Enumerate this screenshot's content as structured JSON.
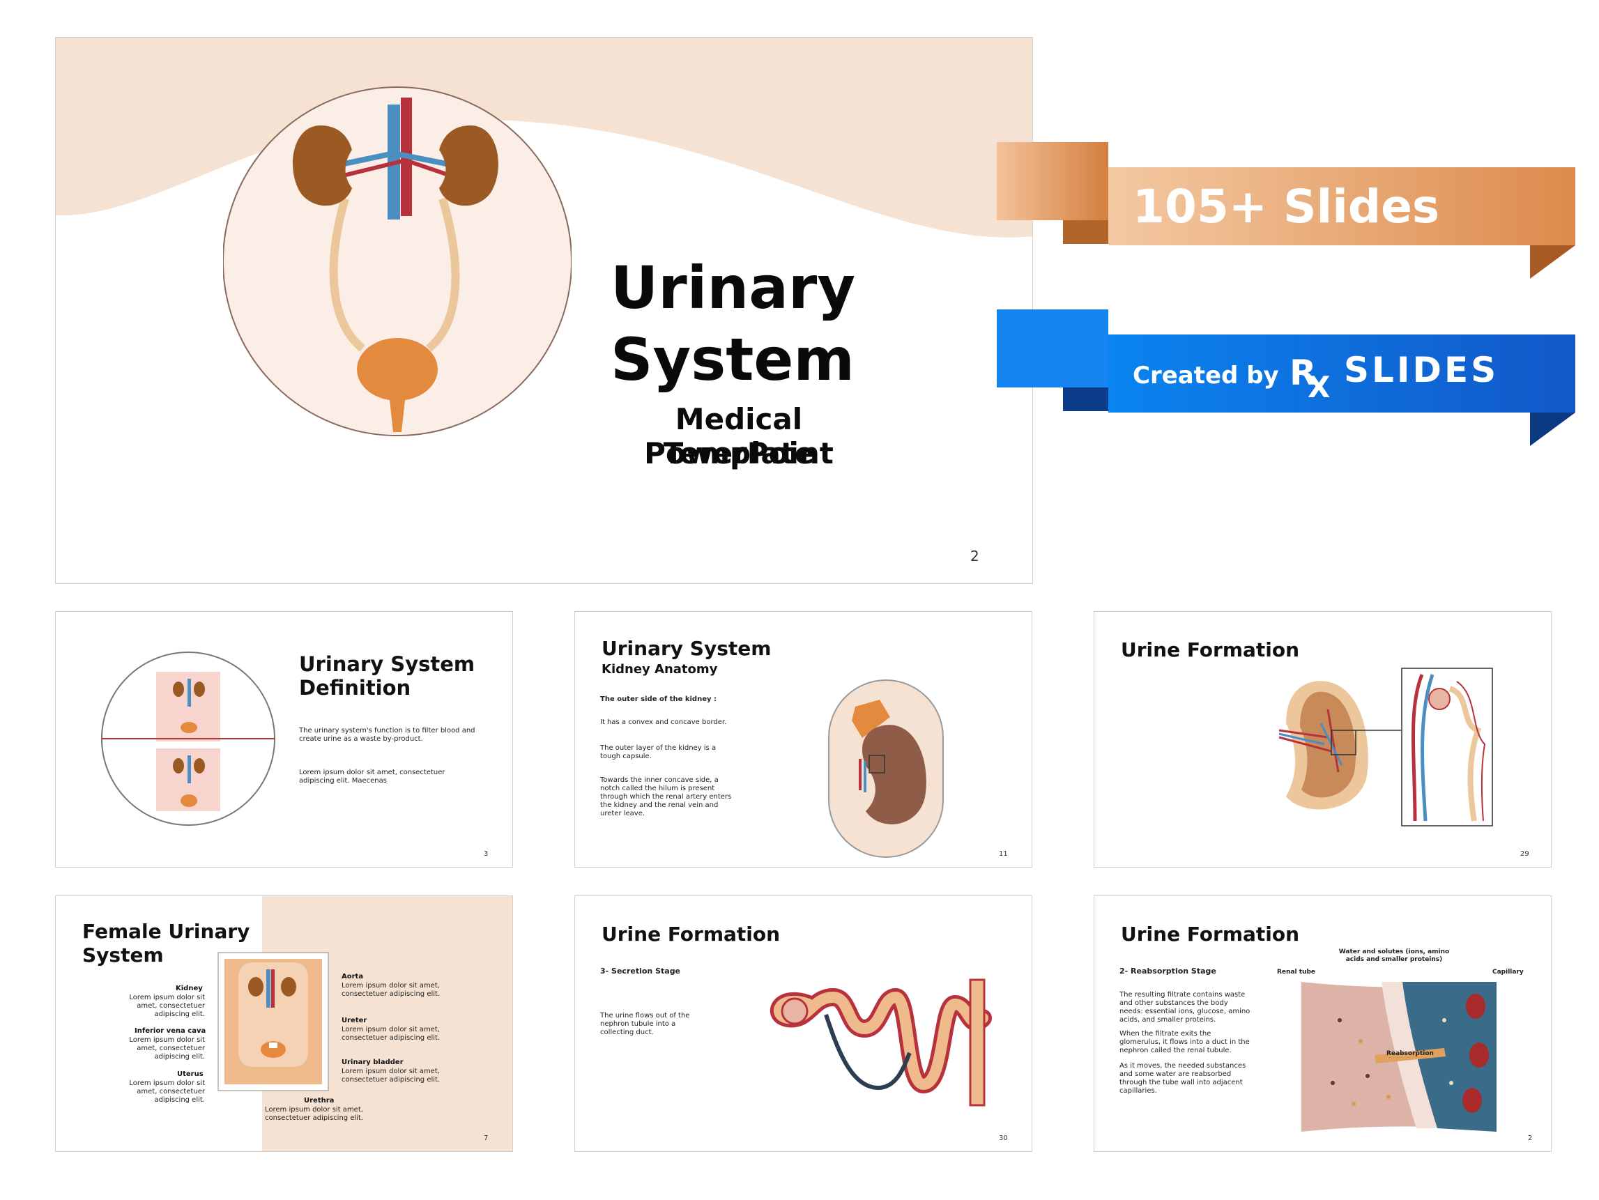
{
  "hero": {
    "title_line1": "Urinary",
    "title_line2": "System",
    "subtitle_line1": "Medical PowerPoint",
    "subtitle_line2": "Template",
    "slide_number": "2"
  },
  "promo": {
    "slides_badge": "105+ Slides",
    "created_by": "Created by",
    "brand_rx": "RX",
    "brand_slides": "SLIDES",
    "orange_color": "#e09356",
    "blue_color": "#1474e0"
  },
  "thumbnails": {
    "definition": {
      "title_line1": "Urinary System",
      "title_line2": "Definition",
      "body1": "The urinary system's function is to filter blood and create urine as a waste by-product.",
      "body2": "Lorem ipsum dolor sit amet, consectetuer adipiscing elit. Maecenas",
      "slide_number": "3"
    },
    "kidney_anatomy": {
      "title": "Urinary System",
      "subtitle": "Kidney Anatomy",
      "heading": "The outer side of the kidney :",
      "p1": "It has a convex and concave border.",
      "p2": "The outer layer of the kidney is a tough capsule.",
      "p3": "Towards the inner concave side, a notch called the hilum is present through which the renal artery enters the kidney and the renal vein and ureter leave.",
      "slide_number": "11"
    },
    "urine_formation_1": {
      "title": "Urine Formation",
      "slide_number": "29"
    },
    "female": {
      "title_line1": "Female Urinary",
      "title_line2": "System",
      "kidney_label": "Kidney",
      "ivc_label": "Inferior vena cava",
      "uterus_label": "Uterus",
      "aorta_label": "Aorta",
      "ureter_label": "Ureter",
      "bladder_label": "Urinary bladder",
      "urethra_label": "Urethra",
      "lorem": "Lorem ipsum dolor sit amet, consectetuer adipiscing elit.",
      "slide_number": "7"
    },
    "urine_formation_2": {
      "title": "Urine Formation",
      "stage": "3- Secretion Stage",
      "body": "The urine flows out of the nephron tubule into a collecting duct.",
      "slide_number": "30"
    },
    "urine_formation_3": {
      "title": "Urine Formation",
      "stage": "2- Reabsorption Stage",
      "p1": "The resulting filtrate contains waste and other substances the body needs: essential ions, glucose, amino acids, and smaller proteins.",
      "p2": "When the filtrate exits the glomerulus, it flows into a duct in the nephron called the renal tubule.",
      "p3": "As it moves, the needed substances and some water are reabsorbed through the tube wall into adjacent capillaries.",
      "label_water": "Water and solutes (ions, amino acids and smaller proteins)",
      "label_renal": "Renal tube",
      "label_capillary": "Capillary",
      "label_reab": "Reabsorption",
      "slide_number": "2"
    }
  }
}
